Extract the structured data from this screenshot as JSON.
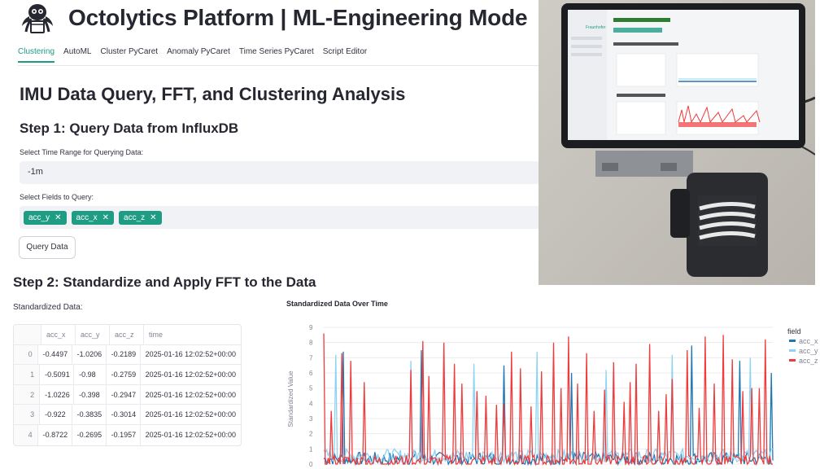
{
  "header": {
    "title": "Octolytics Platform | ML-Engineering Mode"
  },
  "tabs": [
    {
      "label": "Clustering",
      "active": true
    },
    {
      "label": "AutoML",
      "active": false
    },
    {
      "label": "Cluster PyCaret",
      "active": false
    },
    {
      "label": "Anomaly PyCaret",
      "active": false
    },
    {
      "label": "Time Series PyCaret",
      "active": false
    },
    {
      "label": "Script Editor",
      "active": false
    }
  ],
  "main": {
    "title": "IMU Data Query, FFT, and Clustering Analysis",
    "step1": {
      "heading": "Step 1: Query Data from InfluxDB",
      "time_range_label": "Select Time Range for Querying Data:",
      "time_range_value": "-1m",
      "fields_label": "Select Fields to Query:",
      "fields": [
        "acc_y",
        "acc_x",
        "acc_z"
      ],
      "query_button": "Query Data"
    },
    "step2": {
      "heading": "Step 2: Standardize and Apply FFT to the Data",
      "table_label": "Standardized Data:",
      "table": {
        "columns": [
          "",
          "acc_x",
          "acc_y",
          "acc_z",
          "time"
        ],
        "rows": [
          [
            "0",
            "-0.4497",
            "-1.0206",
            "-0.2189",
            "2025-01-16 12:02:52+00:00"
          ],
          [
            "1",
            "-0.5091",
            "-0.98",
            "-0.2759",
            "2025-01-16 12:02:52+00:00"
          ],
          [
            "2",
            "-1.0226",
            "-0.398",
            "-0.2947",
            "2025-01-16 12:02:52+00:00"
          ],
          [
            "3",
            "-0.922",
            "-0.3835",
            "-0.3014",
            "2025-01-16 12:02:52+00:00"
          ],
          [
            "4",
            "-0.8722",
            "-0.2695",
            "-0.1957",
            "2025-01-16 12:02:52+00:00"
          ]
        ]
      }
    }
  },
  "photo": {
    "brand": "Fraunhofer"
  },
  "colors": {
    "accent": "#1f9d84",
    "acc_x": "#1f77b4",
    "acc_y": "#8fd3f2",
    "acc_z": "#ef3b3b"
  },
  "chart_data": {
    "type": "line",
    "title": "Standardized Data Over Time",
    "ylabel": "Standardized Value",
    "xlabel": "",
    "ylim": [
      0,
      9
    ],
    "yticks": [
      0,
      1,
      2,
      3,
      4,
      5,
      6,
      7,
      8,
      9
    ],
    "legend_title": "field",
    "legend_position": "right",
    "grid": true,
    "n_samples": 300,
    "series": [
      {
        "name": "acc_x",
        "color": "#1f77b4",
        "baseline": 0.35,
        "spikes": [
          [
            13,
            7.4
          ],
          [
            65,
            7.5
          ],
          [
            120,
            6.5
          ],
          [
            165,
            6.0
          ],
          [
            245,
            7.8
          ],
          [
            277,
            6.8
          ],
          [
            298,
            6.0
          ]
        ]
      },
      {
        "name": "acc_y",
        "color": "#8fd3f2",
        "baseline": 0.55,
        "spikes": [
          [
            8,
            7.2
          ],
          [
            58,
            6.8
          ],
          [
            100,
            6.6
          ],
          [
            142,
            7.4
          ],
          [
            188,
            6.2
          ],
          [
            232,
            7.2
          ],
          [
            284,
            7.0
          ]
        ]
      },
      {
        "name": "acc_z",
        "color": "#ef3b3b",
        "baseline": 0.15,
        "spikes": [
          [
            0,
            8.6
          ],
          [
            5,
            3.5
          ],
          [
            12,
            7.3
          ],
          [
            18,
            6.8
          ],
          [
            27,
            5.4
          ],
          [
            58,
            6.2
          ],
          [
            66,
            8.1
          ],
          [
            70,
            5.8
          ],
          [
            80,
            8.0
          ],
          [
            87,
            6.6
          ],
          [
            92,
            5.3
          ],
          [
            102,
            4.8
          ],
          [
            108,
            4.5
          ],
          [
            115,
            3.9
          ],
          [
            120,
            4.0
          ],
          [
            125,
            7.4
          ],
          [
            131,
            6.3
          ],
          [
            138,
            3.8
          ],
          [
            145,
            6.1
          ],
          [
            153,
            8.0
          ],
          [
            158,
            5.0
          ],
          [
            163,
            8.4
          ],
          [
            169,
            5.3
          ],
          [
            175,
            7.3
          ],
          [
            180,
            3.5
          ],
          [
            187,
            4.9
          ],
          [
            193,
            6.7
          ],
          [
            200,
            4.1
          ],
          [
            204,
            5.4
          ],
          [
            208,
            6.6
          ],
          [
            217,
            7.9
          ],
          [
            223,
            3.5
          ],
          [
            228,
            4.6
          ],
          [
            232,
            5.6
          ],
          [
            242,
            7.5
          ],
          [
            250,
            3.7
          ],
          [
            254,
            8.4
          ],
          [
            260,
            5.3
          ],
          [
            266,
            8.5
          ],
          [
            272,
            6.9
          ],
          [
            279,
            4.8
          ],
          [
            285,
            5.0
          ],
          [
            290,
            5.0
          ],
          [
            294,
            8.2
          ]
        ]
      }
    ]
  }
}
